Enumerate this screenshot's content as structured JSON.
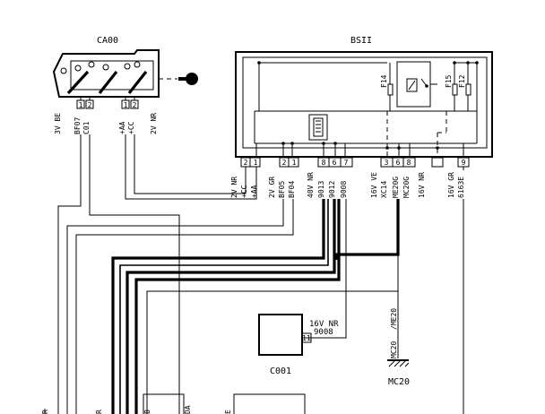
{
  "components": {
    "ca00": {
      "title": "CA00"
    },
    "bsii": {
      "title": "BSII",
      "fuse_a": "F14",
      "fuse_b": "F15",
      "fuse_c": "F12"
    },
    "c001": {
      "title": "C001",
      "pin": "11",
      "wire_color": "16V NR",
      "wire_code": "9008"
    },
    "mc20": {
      "title": "MC20",
      "wire_upper": "/ME20",
      "wire_lower": "MC20"
    }
  },
  "ca00_pins": [
    {
      "pin": "1",
      "color": "3V BE",
      "code": "BF07"
    },
    {
      "pin": "2",
      "color": "",
      "code": "C01"
    },
    {
      "pin": "1",
      "color": "",
      "code": "+AA"
    },
    {
      "pin": "2",
      "color": "2V NR",
      "code": "+CC"
    }
  ],
  "bsii_pins": [
    {
      "pin": "2",
      "color": "2V NR",
      "code": "+CC"
    },
    {
      "pin": "1",
      "color": "",
      "code": "+AA"
    },
    {
      "pin": "2",
      "color": "2V GR",
      "code": "BF05"
    },
    {
      "pin": "1",
      "color": "",
      "code": "BF04"
    },
    {
      "pin": "8",
      "color": "40V NR",
      "code": "9013"
    },
    {
      "pin": "6",
      "color": "",
      "code": "9012"
    },
    {
      "pin": "7",
      "color": "",
      "code": "9008"
    },
    {
      "pin": "3",
      "color": "16V VE",
      "code": "XC14"
    },
    {
      "pin": "6",
      "color": "",
      "code": "ME20G"
    },
    {
      "pin": "8",
      "color": "",
      "code": "MC20G"
    },
    {
      "pin": "",
      "color": "16V NR",
      "code": ""
    },
    {
      "pin": "9",
      "color": "16V GR",
      "code": "6163E"
    }
  ],
  "bottom_labels": [
    "R",
    "R",
    "B",
    "DA",
    "E"
  ]
}
